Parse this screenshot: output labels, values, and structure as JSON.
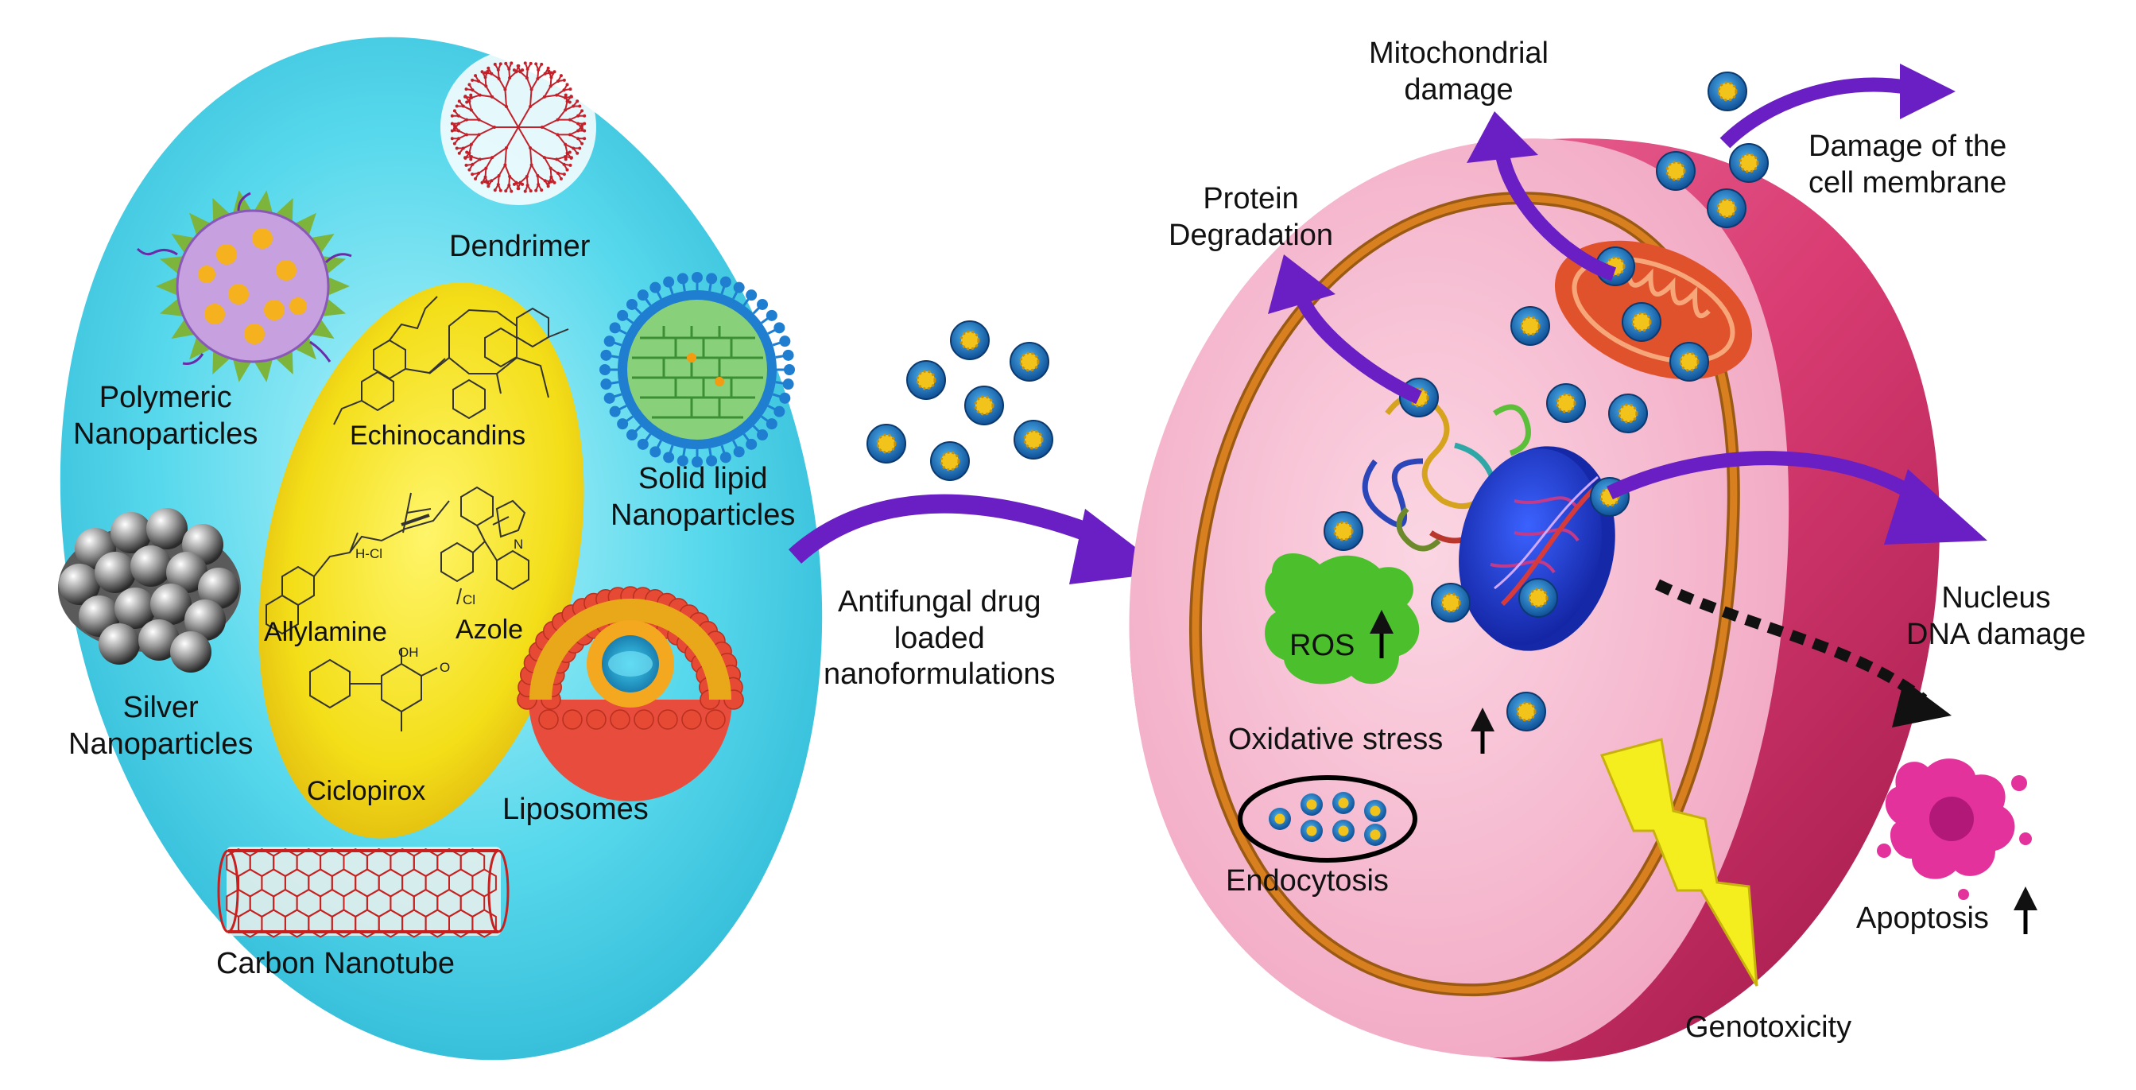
{
  "left_panel": {
    "dendrimer": "Dendrimer",
    "polymeric": [
      "Polymeric",
      "Nanoparticles"
    ],
    "silver": [
      "Silver",
      "Nanoparticles"
    ],
    "solid_lipid": [
      "Solid lipid",
      "Nanoparticles"
    ],
    "liposomes": "Liposomes",
    "carbon_nanotube": "Carbon Nanotube",
    "drugs": {
      "echinocandins": "Echinocandins",
      "allylamine": "Allylamine",
      "azole": "Azole",
      "ciclopirox": "Ciclopirox",
      "hcl_label": "H-Cl",
      "cl_label": "Cl",
      "n_label": "N",
      "oh_label": "OH",
      "o_label": "O"
    }
  },
  "middle": {
    "caption": [
      "Antifungal drug",
      "loaded",
      "nanoformulations"
    ]
  },
  "cell": {
    "mitochondrial": [
      "Mitochondrial",
      "damage"
    ],
    "protein": [
      "Protein",
      "Degradation"
    ],
    "membrane": [
      "Damage of the",
      "cell membrane"
    ],
    "nucleus": [
      "Nucleus",
      "DNA damage"
    ],
    "ros": "ROS",
    "oxidative": "Oxidative stress",
    "endocytosis": "Endocytosis",
    "apoptosis": "Apoptosis",
    "genotoxicity": "Genotoxicity"
  },
  "colors": {
    "ellipse_cyan": "#4fd6ea",
    "inner_yellow": "#f5e21a",
    "cell_pink": "#f6b7cd",
    "cell_magenta": "#d43a6e",
    "arrow_purple": "#6a1fc4",
    "nanoparticle_blue": "#1b76c9",
    "nanoparticle_core": "#f2c41b",
    "ros_green": "#4cbf2d",
    "nucleus_blue": "#1f3fd8",
    "mito_orange": "#e0522b",
    "apoptosis_pink": "#e3329b",
    "bolt_yellow": "#f4ee1e"
  }
}
